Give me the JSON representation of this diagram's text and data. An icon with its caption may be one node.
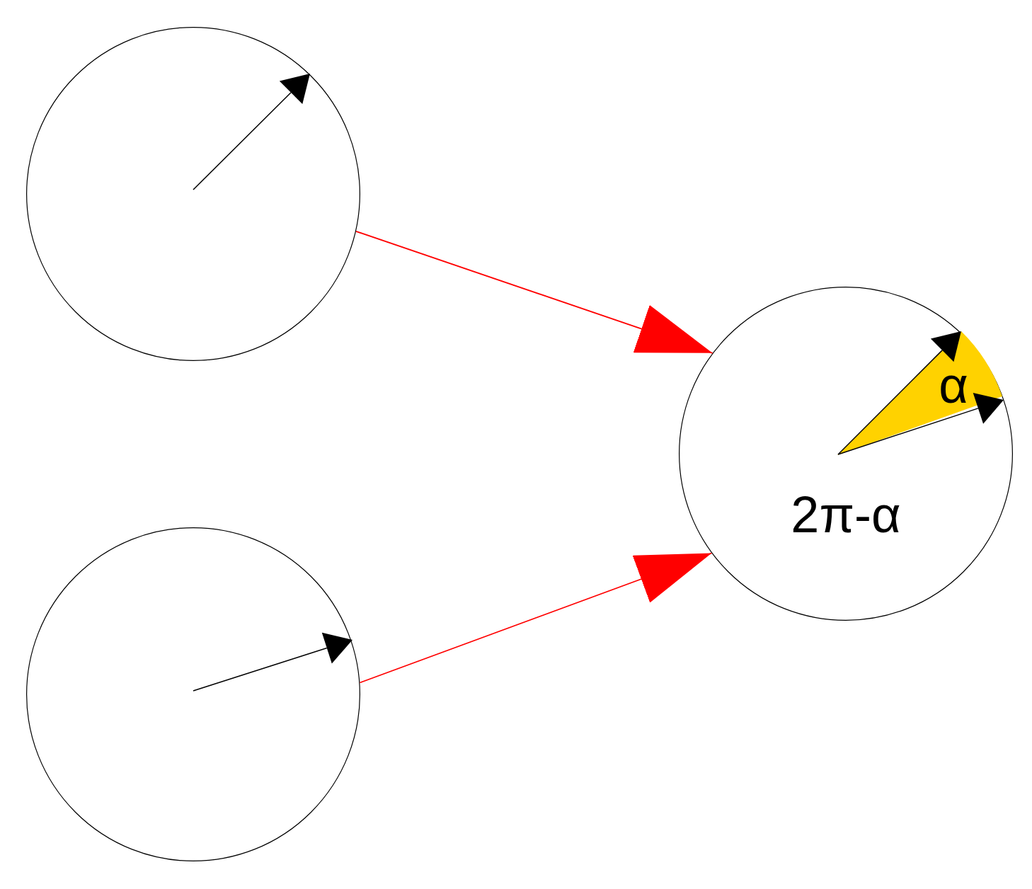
{
  "diagram": {
    "nodes": [
      {
        "text": [],
        "shape": "circle"
      },
      {
        "text": [],
        "shape": "circle"
      },
      {
        "text": [
          "2π-α"
        ]
      },
      {
        "text": [
          "α"
        ],
        "in": 2
      }
    ],
    "edges": [
      {
        "from": 0,
        "to": 2,
        "arrow": "to",
        "color": "#ff0000"
      },
      {
        "from": 1,
        "to": 2,
        "arrow": "to",
        "color": "#ff0000"
      }
    ]
  }
}
